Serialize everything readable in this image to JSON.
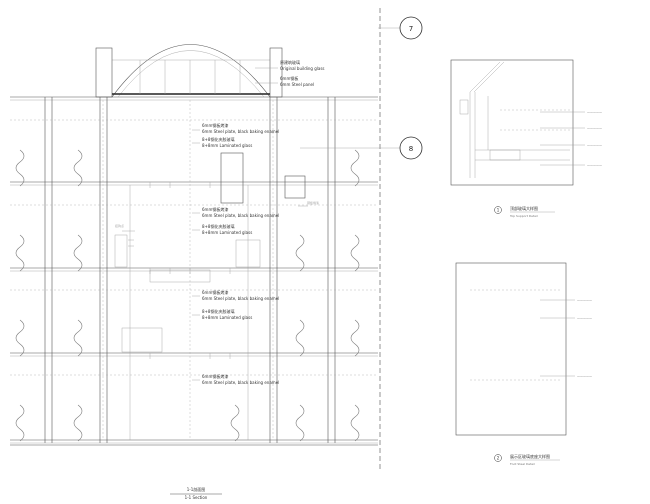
{
  "section": {
    "annotations": [
      {
        "cn": "原建筑玻璃",
        "en": "Original building glass"
      },
      {
        "cn": "6mm钢板",
        "en": "6mm Steel panel"
      },
      {
        "cn": "6mm钢板烤漆",
        "en": "6mm Steel plate, black baking enamel"
      },
      {
        "cn": "8+8钢化夹胶玻璃",
        "en": "8+8mm Laminated glass"
      },
      {
        "cn": "6mm钢板烤漆",
        "en": "6mm Steel plate, black baking enamel"
      },
      {
        "cn": "8+8钢化夹胶玻璃",
        "en": "8+8mm Laminated glass"
      },
      {
        "cn": "6mm钢板烤漆",
        "en": "6mm Steel plate, black baking enamel"
      },
      {
        "cn": "8+8钢化夹胶玻璃",
        "en": "8+8mm Laminated glass"
      },
      {
        "cn": "6mm钢板烤漆",
        "en": "6mm Steel plate, black baking enamel"
      }
    ],
    "grid_markers": [
      "7",
      "8"
    ],
    "title_cn": "1-1剖面图",
    "title_en": "1-1 Section"
  },
  "details": [
    {
      "number": "1",
      "title_cn": "顶部玻璃大样图",
      "title_en": "Top Support Detail"
    },
    {
      "number": "2",
      "title_cn": "展示区玻璃底座大样图",
      "title_en": "Foot Steel Detail"
    }
  ]
}
